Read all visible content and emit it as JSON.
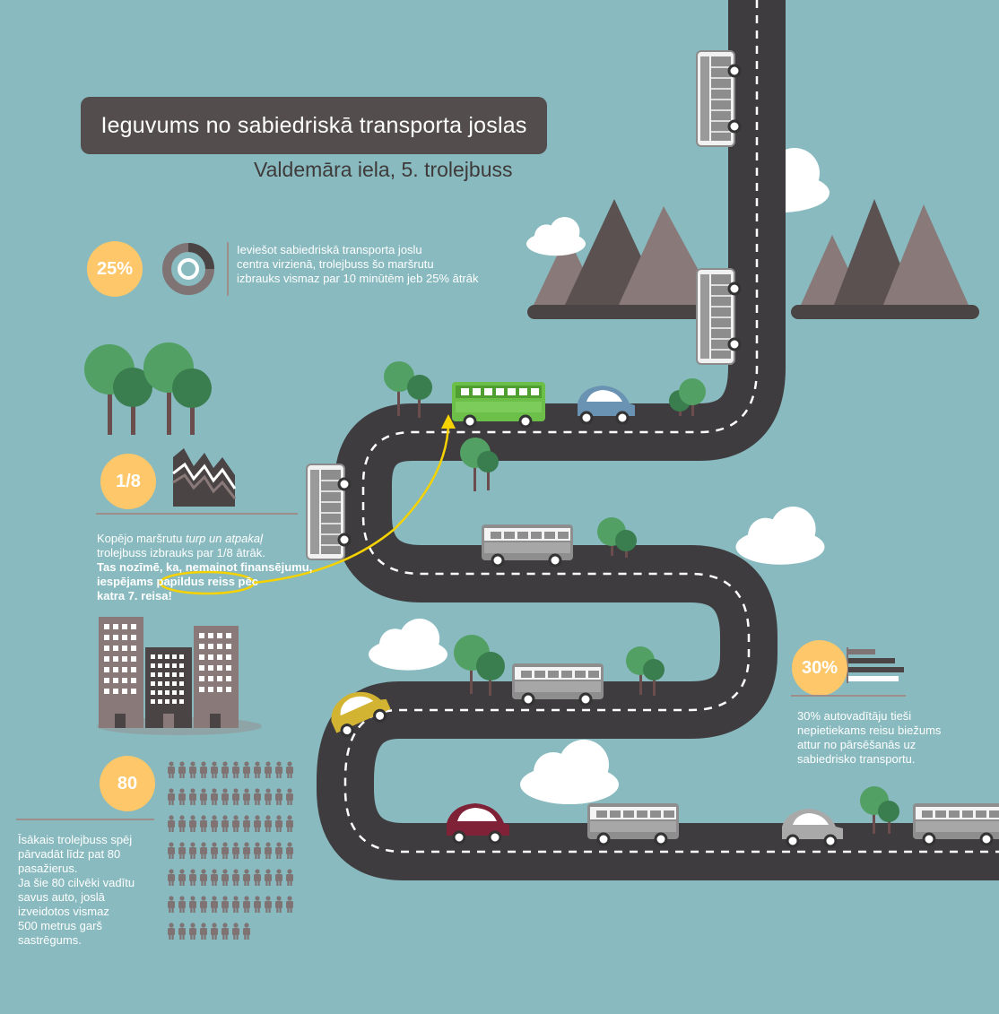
{
  "title": "Ieguvums no sabiedriskā transporta joslas",
  "subtitle": "Valdemāra iela, 5. trolejbuss",
  "stat25": {
    "badge": "25%",
    "line1": "Ieviešot sabiedriskā transporta joslu",
    "line2": "centra virzienā, trolejbuss šo maršrutu",
    "line3": "izbrauks vismaz par 10 minūtēm jeb 25% ātrāk",
    "fraction": 0.25,
    "icon": "donut-progress-icon"
  },
  "stat18": {
    "badge": "1/8",
    "line1_a": "Kopējo maršrutu ",
    "line1_b": "turp un atpakaļ",
    "line2": "trolejbuss izbrauks par 1/8 ātrāk.",
    "line3": "Tas nozīmē, ka, nemainot finansējumu,",
    "line4_a": "iespējams ",
    "line4_b": "papildus reiss",
    "line4_c": " pēc",
    "line5": "katra 7. reisa!",
    "icon": "mountain-chart-icon"
  },
  "stat30": {
    "badge": "30%",
    "line1": "30% autovadītāju tieši",
    "line2": "nepietiekams reisu biežums",
    "line3": "attur no pārsēšanās uz",
    "line4": "sabiedrisko transportu.",
    "icon": "bar-chart-icon"
  },
  "stat80": {
    "badge": "80",
    "line1": "Īsākais trolejbuss spēj",
    "line2": "pārvadāt līdz pat 80",
    "line3": "pasažierus.",
    "line4": "Ja šie 80 cilvēki vadītu",
    "line5": "savus auto, joslā",
    "line6": "izveidotos vismaz",
    "line7": "500 metrus garš",
    "line8": "sastrēgums.",
    "people_count": 80,
    "icon": "people-grid-icon"
  },
  "colors": {
    "background": "#88babf",
    "road": "#3f3c3f",
    "badge": "#fdc76a",
    "title_box": "#534d4d",
    "arrow": "#f5d200",
    "green_bus": "#6cc04a",
    "mountain": "#8a7979",
    "tree_light": "#52a064",
    "tree_dark": "#3a7d4e"
  }
}
